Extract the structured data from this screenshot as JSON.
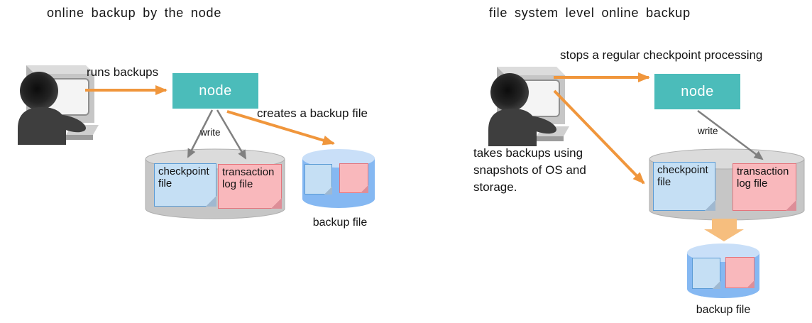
{
  "left_diagram": {
    "title": "online backup by the node",
    "actor_arrow_label": "runs backups",
    "node_label": "node",
    "write_label": "write",
    "creates_arrow_label": "creates a backup file",
    "database": {
      "checkpoint_note": "checkpoint file",
      "transaction_note": "transaction log file"
    },
    "backup_cylinder_label": "backup file"
  },
  "right_diagram": {
    "title": "file system level online backup",
    "actor_arrow_label": "stops a regular checkpoint processing",
    "node_label": "node",
    "write_label": "write",
    "takes_label_lines": [
      "takes backups using",
      "snapshots of OS and",
      "storage."
    ],
    "database": {
      "checkpoint_note": "checkpoint file",
      "transaction_note": "transaction log file"
    },
    "backup_cylinder_label": "backup file"
  },
  "icons": {
    "actor": "user-at-computer-icon",
    "database": "database-cylinder",
    "backup": "backup-cylinder"
  },
  "colors": {
    "node_fill": "#4BBCBA",
    "node_text": "#FFFFFF",
    "arrow_orange": "#F0963C",
    "block_arrow_orange": "#F6BE7E",
    "arrow_gray": "#808080",
    "note_blue_fill": "#C5DFF4",
    "note_blue_border": "#5B9BD5",
    "note_pink_fill": "#F9B8BC",
    "note_pink_border": "#E4747C",
    "cylinder_gray_body": "#C6C6C6",
    "cylinder_gray_top": "#DBDBDB",
    "cylinder_blue_body": "#85B8F2",
    "cylinder_blue_top": "#C9DFF8"
  }
}
